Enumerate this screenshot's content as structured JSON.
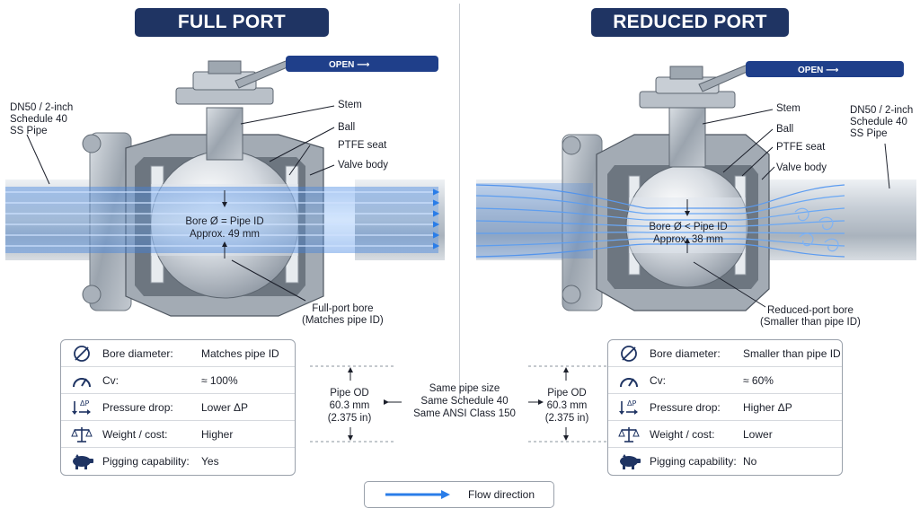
{
  "left": {
    "title": "FULL PORT",
    "handle_label": "OPEN",
    "pipe_label": [
      "DN50 / 2-inch",
      "Schedule 40",
      "SS Pipe"
    ],
    "callouts": {
      "stem": "Stem",
      "ball": "Ball",
      "seat": "PTFE seat",
      "body": "Valve body"
    },
    "bore_line1": "Bore Ø = Pipe ID",
    "bore_line2": "Approx. 49 mm",
    "bore_callout": [
      "Full-port bore",
      "(Matches pipe ID)"
    ],
    "table": [
      {
        "icon": "diameter-icon",
        "key": "Bore diameter:",
        "value": "Matches pipe ID"
      },
      {
        "icon": "gauge-icon",
        "key": "Cv:",
        "value": "≈ 100%"
      },
      {
        "icon": "pressure-drop-icon",
        "key": "Pressure drop:",
        "value": "Lower ΔP"
      },
      {
        "icon": "scale-icon",
        "key": "Weight / cost:",
        "value": "Higher"
      },
      {
        "icon": "pig-icon",
        "key": "Pigging capability:",
        "value": "Yes"
      }
    ]
  },
  "right": {
    "title": "REDUCED PORT",
    "handle_label": "OPEN",
    "pipe_label": [
      "DN50 / 2-inch",
      "Schedule 40",
      "SS Pipe"
    ],
    "callouts": {
      "stem": "Stem",
      "ball": "Ball",
      "seat": "PTFE seat",
      "body": "Valve body"
    },
    "bore_line1": "Bore Ø < Pipe ID",
    "bore_line2": "Approx. 38 mm",
    "bore_callout": [
      "Reduced-port bore",
      "(Smaller than pipe ID)"
    ],
    "table": [
      {
        "icon": "diameter-icon",
        "key": "Bore diameter:",
        "value": "Smaller than pipe ID"
      },
      {
        "icon": "gauge-icon",
        "key": "Cv:",
        "value": "≈ 60%"
      },
      {
        "icon": "pressure-drop-icon",
        "key": "Pressure drop:",
        "value": "Higher ΔP"
      },
      {
        "icon": "scale-icon",
        "key": "Weight / cost:",
        "value": "Lower"
      },
      {
        "icon": "pig-icon",
        "key": "Pigging capability:",
        "value": "No"
      }
    ]
  },
  "middle": {
    "pipe_od": [
      "Pipe OD",
      "60.3 mm",
      "(2.375 in)"
    ],
    "same": [
      "Same pipe size",
      "Same Schedule 40",
      "Same ANSI Class 150"
    ]
  },
  "legend": {
    "label": "Flow direction"
  },
  "colors": {
    "title_bg": "#1f3463",
    "flow": "#2a7de8",
    "handle": "#1f3f8a"
  }
}
